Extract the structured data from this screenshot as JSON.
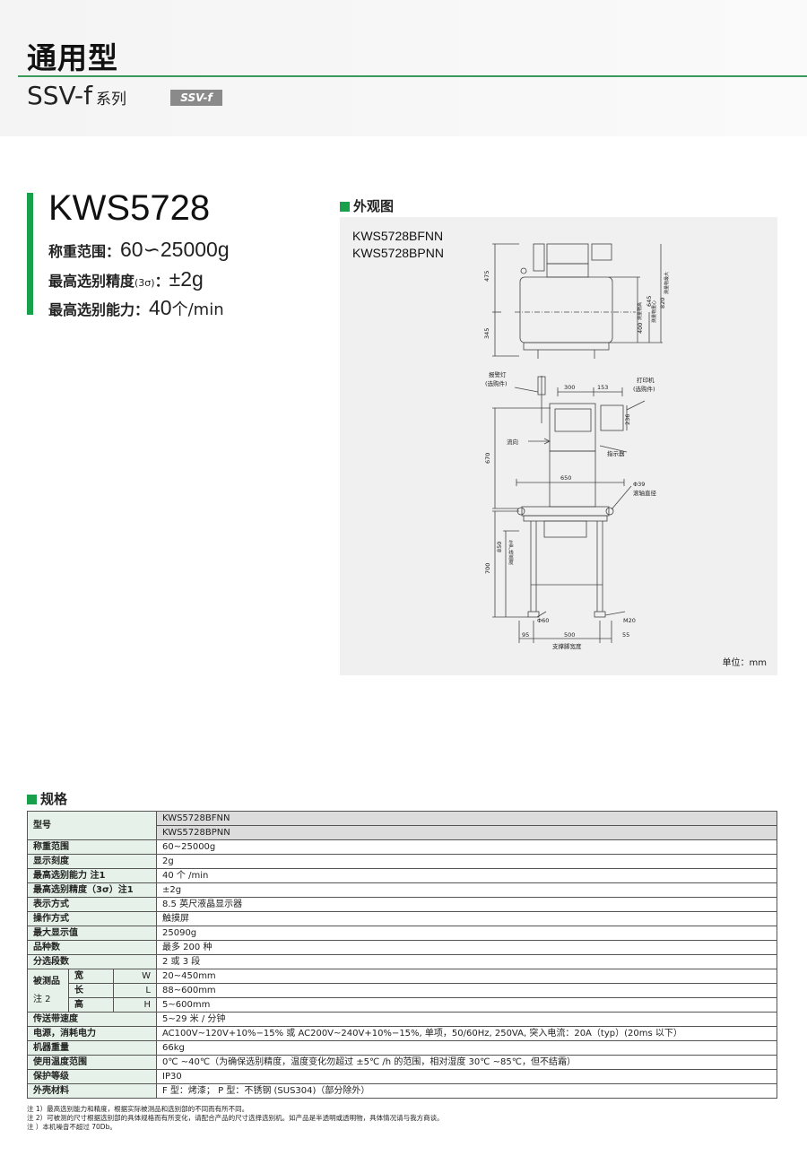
{
  "header": {
    "title": "通用型",
    "series": "SSV-f",
    "series_suffix": "系列",
    "badge": "SSV-f"
  },
  "product": {
    "model": "KWS5728",
    "range_label": "称重范围：",
    "range_value": "60∽25000g",
    "accuracy_label": "最高选别精度",
    "accuracy_sigma": "(3σ)",
    "accuracy_sep": "：",
    "accuracy_value": "±2g",
    "capacity_label": "最高选别能力：",
    "capacity_value": "40",
    "capacity_unit": "个/min"
  },
  "appearance": {
    "section_title": "外观图",
    "model_a": "KWS5728BFNN",
    "model_b": "KWS5728BPNN",
    "unit": "单位：mm",
    "dims": {
      "d475": "475",
      "d345": "345",
      "d400": "400",
      "d645": "645",
      "d820": "820",
      "d400_note": "测量物高",
      "d645_note": "测量物重心",
      "d820_note": "测量物最大",
      "d300": "300",
      "d153": "153",
      "d236": "236",
      "d670": "670",
      "d650": "650",
      "d850": "850",
      "d700": "700",
      "d95": "95",
      "d500": "500",
      "d55": "55",
      "phi39": "Φ39",
      "phi60": "Φ60",
      "m20": "M20",
      "alarm": "报警灯",
      "alarm_opt": "(选购件)",
      "printer": "打印机",
      "printer_opt": "(选购件)",
      "flow": "流向",
      "display": "指示器",
      "roller": "滚轴直径",
      "line_height": "生产线高度",
      "support_width": "支撑脚宽度"
    }
  },
  "specs": {
    "section_title": "规格",
    "rows": [
      {
        "k": "型号",
        "v": "KWS5728BFNN"
      },
      {
        "k": "",
        "v": "KWS5728BPNN"
      },
      {
        "k": "称重范围",
        "v": "60~25000g"
      },
      {
        "k": "显示刻度",
        "v": "2g"
      },
      {
        "k": "最高选别能力 注1",
        "v": "40 个 /min"
      },
      {
        "k": "最高选别精度（3σ）注1",
        "v": "±2g"
      },
      {
        "k": "表示方式",
        "v": "8.5 英尺液晶显示器"
      },
      {
        "k": "操作方式",
        "v": "触摸屏"
      },
      {
        "k": "最大显示值",
        "v": "25090g"
      },
      {
        "k": "品种数",
        "v": "最多 200 种"
      },
      {
        "k": "分选段数",
        "v": "2 或 3 段"
      }
    ],
    "measured": {
      "label": "被测品",
      "note": "注 2",
      "rows": [
        {
          "k": "宽",
          "sym": "W",
          "v": "20~450mm"
        },
        {
          "k": "长",
          "sym": "L",
          "v": "88~600mm"
        },
        {
          "k": "高",
          "sym": "H",
          "v": "5~600mm"
        }
      ]
    },
    "rows2": [
      {
        "k": "传送带速度",
        "v": "5~29 米 / 分钟"
      },
      {
        "k": "电源，消耗电力",
        "v": "AC100V~120V+10%−15% 或 AC200V~240V+10%−15%, 单项，50/60Hz, 250VA, 突入电流：20A（typ）(20ms 以下）"
      },
      {
        "k": "机器重量",
        "v": "66kg"
      },
      {
        "k": "使用温度范围",
        "v": "0℃ ~40℃（为确保选别精度，温度变化勿超过 ±5℃ /h 的范围，相对湿度 30℃ ~85℃，但不结霜）"
      },
      {
        "k": "保护等级",
        "v": "IP30"
      },
      {
        "k": "外壳材料",
        "v": "F 型：烤漆；  P 型：不锈钢 (SUS304)（部分除外）"
      }
    ]
  },
  "notes": [
    "注 1）最高选别能力和精度，根据实际被测品和选别部的不同而有所不同。",
    "注 2）可被测的尺寸根据选别部的具体规格而有所变化，请配合产品的尺寸选择选别机。如产品是半透明或透明物，具体情况请与我方商谈。",
    "注 ）本机噪音不超过 70Db。"
  ],
  "colors": {
    "accent": "#19a04b",
    "rule": "#3a9a5b"
  }
}
